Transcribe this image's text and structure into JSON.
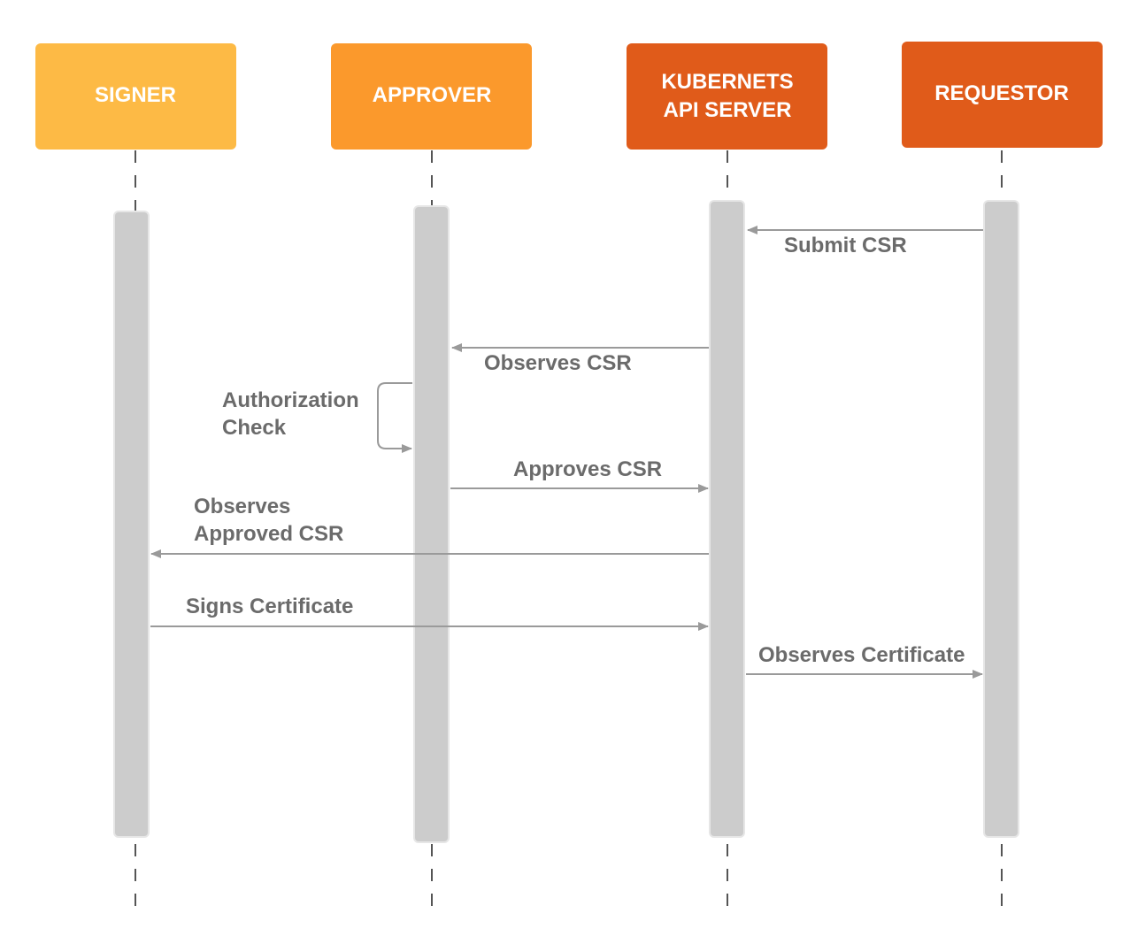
{
  "colors": {
    "signer": "#FDBA45",
    "approver": "#FB992C",
    "api_server": "#E05B1A",
    "requestor": "#E05B1A",
    "activation": "#CCCCCC",
    "arrow": "#9A9A9A",
    "message_text": "#6B6B6B"
  },
  "actors": {
    "signer": {
      "lines": [
        "SIGNER"
      ]
    },
    "approver": {
      "lines": [
        "APPROVER"
      ]
    },
    "api_server": {
      "lines": [
        "KUBERNETS",
        "API SERVER"
      ]
    },
    "requestor": {
      "lines": [
        "REQUESTOR"
      ]
    }
  },
  "messages": {
    "submit_csr": {
      "from": "REQUESTOR",
      "to": "KUBERNETS API SERVER",
      "lines": [
        "Submit CSR"
      ]
    },
    "observes_csr": {
      "from": "KUBERNETS API SERVER",
      "to": "APPROVER",
      "lines": [
        "Observes CSR"
      ]
    },
    "authorization_check": {
      "from": "APPROVER",
      "to": "APPROVER",
      "lines": [
        "Authorization",
        "Check"
      ]
    },
    "approves_csr": {
      "from": "APPROVER",
      "to": "KUBERNETS API SERVER",
      "lines": [
        "Approves CSR"
      ]
    },
    "observes_approved_csr": {
      "from": "KUBERNETS API SERVER",
      "to": "SIGNER",
      "lines": [
        "Observes",
        "Approved CSR"
      ]
    },
    "signs_certificate": {
      "from": "SIGNER",
      "to": "KUBERNETS API SERVER",
      "lines": [
        "Signs Certificate"
      ]
    },
    "observes_certificate": {
      "from": "KUBERNETS API SERVER",
      "to": "REQUESTOR",
      "lines": [
        "Observes Certificate"
      ]
    }
  }
}
